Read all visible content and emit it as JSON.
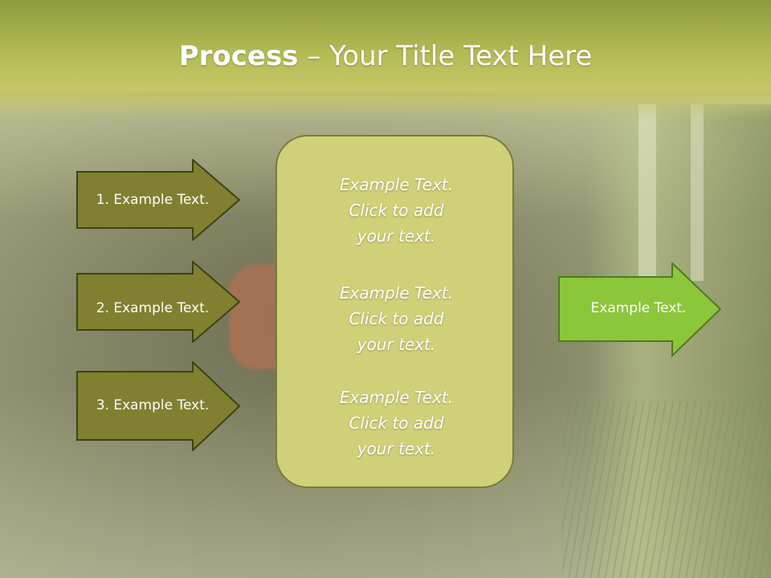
{
  "title": {
    "bold": "Process",
    "rest": " – Your Title Text Here"
  },
  "left_steps": [
    {
      "label": "1. Example Text."
    },
    {
      "label": "2. Example Text."
    },
    {
      "label": "3. Example Text."
    }
  ],
  "center_texts": [
    "Example Text.\nClick  to add\nyour text.",
    "Example Text.\nClick  to add\nyour text.",
    "Example Text.\nClick  to add\nyour text."
  ],
  "right_arrow": {
    "label": "Example Text."
  },
  "colors": {
    "dark_arrow_fill": "#808030",
    "arrow_border": "#3d4216",
    "center_fill": "#d0d078",
    "center_border": "#7c7a3a",
    "right_arrow_fill": "#8cc63a",
    "right_arrow_border": "#4f7a20",
    "header": "#b4bb55"
  }
}
